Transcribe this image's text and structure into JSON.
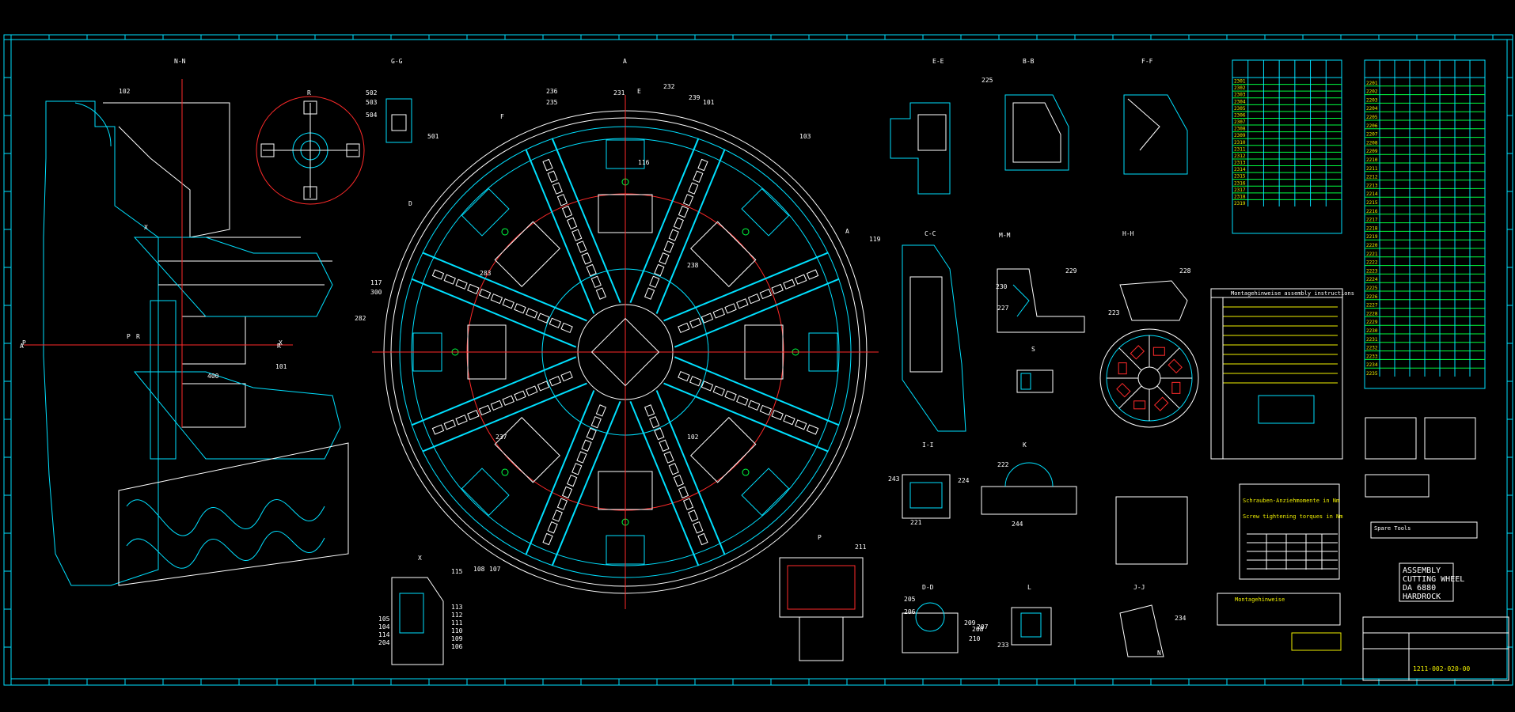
{
  "drawing": {
    "title_lines": [
      "ASSEMBLY",
      "CUTTING WHEEL",
      "DA 6880",
      "HARDROCK"
    ],
    "drawing_number": "1211-002-020-00",
    "background": "#000000",
    "colors": {
      "frame": "#00e0ff",
      "text": "#ffffff",
      "note": "#f0f000",
      "center": "#ff2a2a",
      "detail": "#00ff40"
    }
  },
  "section_labels": {
    "nn": "N-N",
    "gg": "G-G",
    "r": "R",
    "a": "A",
    "ee": "E-E",
    "bb": "B-B",
    "ff": "F-F",
    "cc": "C-C",
    "mm": "M-M",
    "hh": "H-H",
    "s": "S",
    "ii": "I-I",
    "k": "K",
    "x": "X",
    "p": "P",
    "dd": "D-D",
    "l": "L",
    "jj": "J-J"
  },
  "callouts": [
    "102",
    "502",
    "503",
    "504",
    "501",
    "236",
    "235",
    "231",
    "232",
    "239",
    "101",
    "103",
    "119",
    "117",
    "300",
    "282",
    "283",
    "238",
    "237",
    "102",
    "116",
    "400",
    "101",
    "225",
    "229",
    "230",
    "227",
    "228",
    "223",
    "224",
    "243",
    "221",
    "222",
    "244",
    "211",
    "209",
    "210",
    "208",
    "115",
    "108",
    "107",
    "113",
    "112",
    "111",
    "110",
    "109",
    "106",
    "105",
    "104",
    "114",
    "204",
    "205",
    "206",
    "207",
    "233",
    "234",
    "N",
    "E",
    "F",
    "D",
    "A",
    "P",
    "R",
    "X"
  ],
  "notes": {
    "assembly_instructions": "Montagehinweise   assembly instructions",
    "bolt_torque_de": "Schrauben-Anziehmomente in Nm",
    "bolt_torque_en": "Screw tightening torques in Nm",
    "spare_tools": "Spare Tools",
    "notes_title": "Montagehinweise"
  },
  "table_rows_left": [
    "2301",
    "2302",
    "2303",
    "2304",
    "2305",
    "2306",
    "2307",
    "2308",
    "2309",
    "2310",
    "2311",
    "2312",
    "2313",
    "2314",
    "2315",
    "2316",
    "2317",
    "2318",
    "2319"
  ],
  "table_rows_right": [
    "2201",
    "2202",
    "2203",
    "2204",
    "2205",
    "2206",
    "2207",
    "2208",
    "2209",
    "2210",
    "2211",
    "2212",
    "2213",
    "2214",
    "2215",
    "2216",
    "2217",
    "2218",
    "2219",
    "2220",
    "2221",
    "2222",
    "2223",
    "2224",
    "2225",
    "2226",
    "2227",
    "2228",
    "2229",
    "2230",
    "2231",
    "2232",
    "2233",
    "2234",
    "2235"
  ]
}
